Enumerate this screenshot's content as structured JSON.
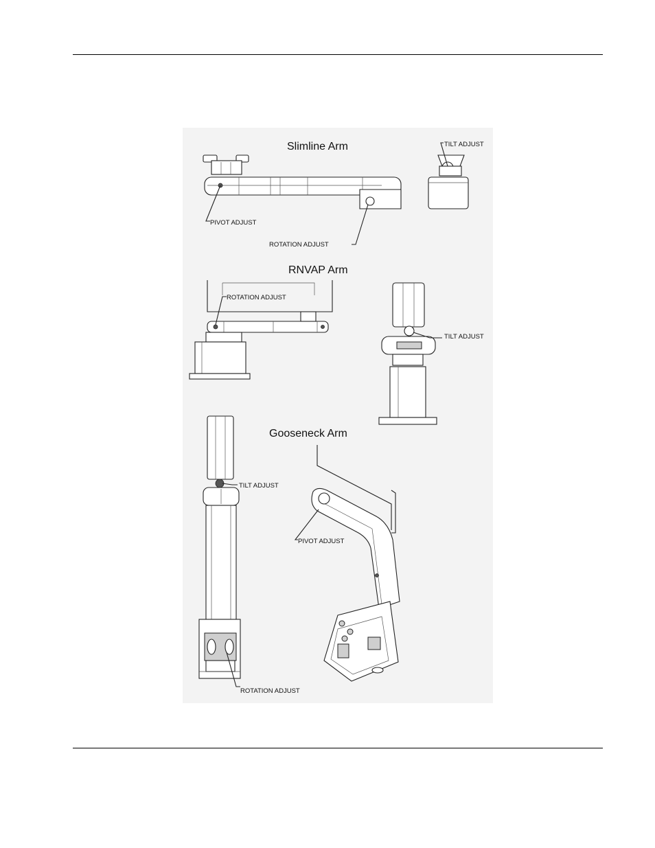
{
  "figure": {
    "slimline": {
      "title": "Slimline Arm",
      "labels": {
        "tilt": "TILT ADJUST",
        "pivot": "PIVOT ADJUST",
        "rotation": "ROTATION ADJUST"
      }
    },
    "rnvap": {
      "title": "RNVAP Arm",
      "labels": {
        "rotation": "ROTATION ADJUST",
        "tilt": "TILT ADJUST"
      }
    },
    "gooseneck": {
      "title": "Gooseneck Arm",
      "labels": {
        "tilt": "TILT ADJUST",
        "pivot": "PIVOT ADJUST",
        "rotation": "ROTATION ADJUST"
      }
    }
  }
}
